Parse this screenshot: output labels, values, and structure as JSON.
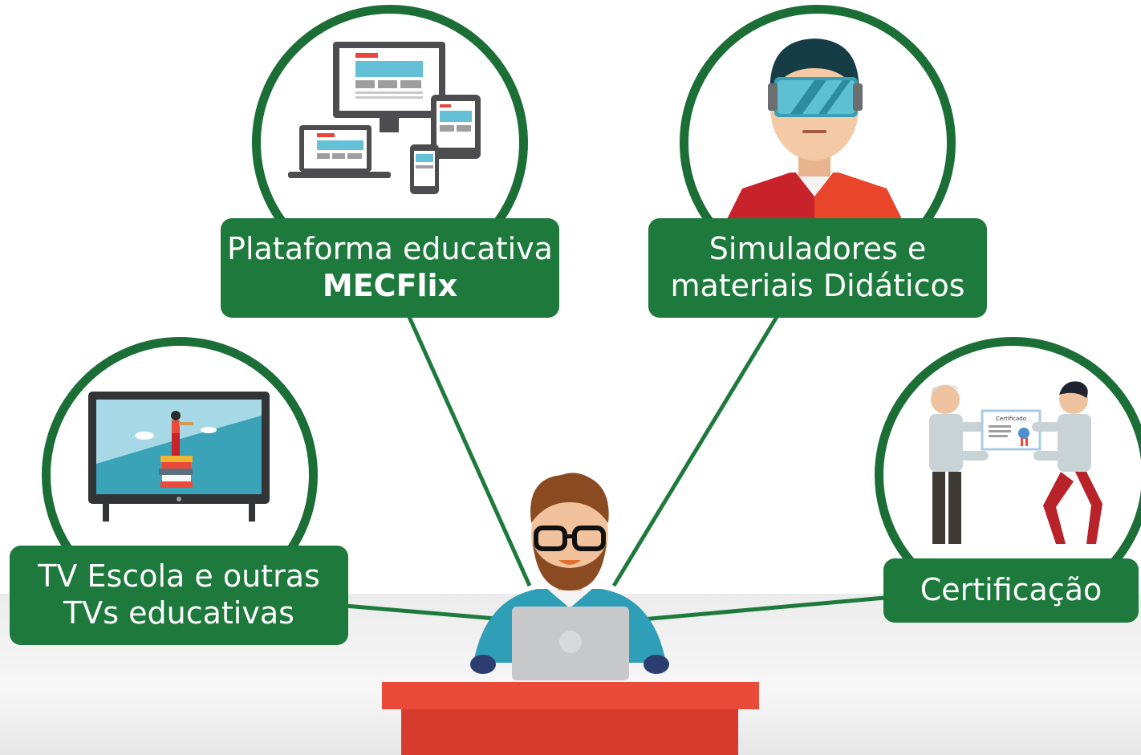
{
  "nodes": {
    "plataforma": {
      "line1": "Plataforma educativa",
      "line2": "MECFlix"
    },
    "simuladores": {
      "line1": "Simuladores e",
      "line2": "materiais  Didáticos"
    },
    "tv": {
      "line1": "TV Escola e outras",
      "line2": "TVs educativas"
    },
    "certificacao": {
      "line1": "Certificação"
    }
  },
  "certificate_text": "Certificado",
  "icons": {
    "plataforma": "responsive-devices-icon",
    "simuladores": "vr-headset-person-icon",
    "tv": "television-icon",
    "certificacao": "certificate-handover-icon",
    "center": "student-laptop-icon"
  },
  "colors": {
    "ring": "#1b6e36",
    "label": "#1d7a3c",
    "desk": "#e94a3a",
    "floor": "#ececec"
  }
}
